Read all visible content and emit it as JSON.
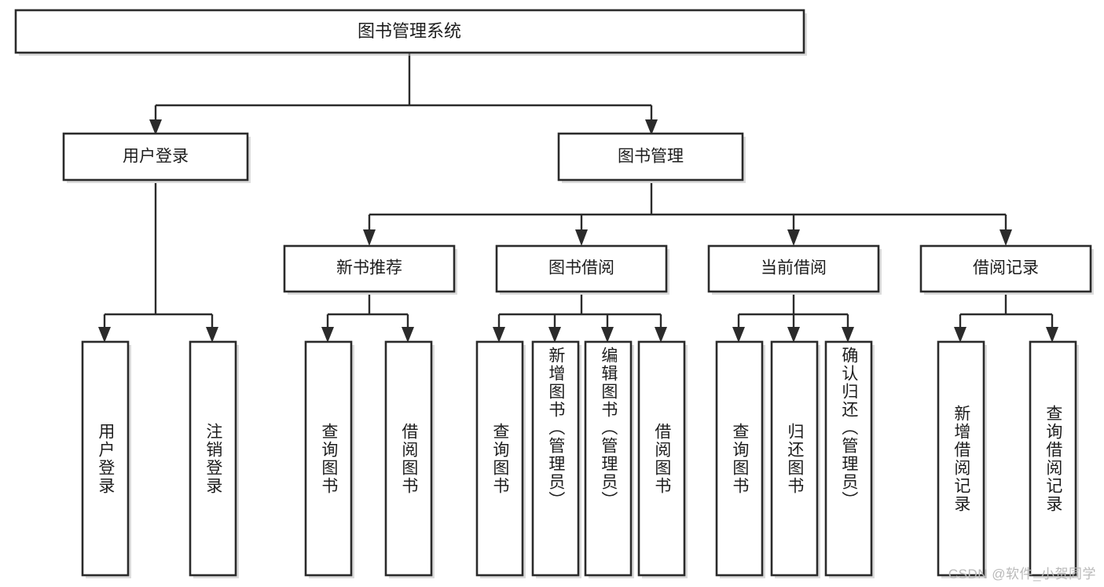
{
  "diagram": {
    "title": "图书管理系统",
    "type": "tree-hierarchy-diagram",
    "watermark": "CSDN @软件_小贺同学",
    "colors": {
      "box_stroke": "#2b2b2b",
      "box_fill": "#ffffff",
      "connector": "#2b2b2b",
      "text": "#1d1d1d",
      "watermark": "#b9b9b9",
      "background": "#ffffff"
    },
    "root": {
      "label": "图书管理系统"
    },
    "level2": [
      {
        "label": "用户登录"
      },
      {
        "label": "图书管理"
      }
    ],
    "level3": [
      {
        "label": "新书推荐"
      },
      {
        "label": "图书借阅"
      },
      {
        "label": "当前借阅"
      },
      {
        "label": "借阅记录"
      }
    ],
    "leaves": {
      "user_login": [
        {
          "label": "用户登录"
        },
        {
          "label": "注销登录"
        }
      ],
      "new_book_recommend": [
        {
          "label": "查询图书"
        },
        {
          "label": "借阅图书"
        }
      ],
      "book_borrow": [
        {
          "label": "查询图书"
        },
        {
          "label": "新增图书（管理员）"
        },
        {
          "label": "编辑图书（管理员）"
        },
        {
          "label": "借阅图书"
        }
      ],
      "current_borrow": [
        {
          "label": "查询图书"
        },
        {
          "label": "归还图书"
        },
        {
          "label": "确认归还（管理员）"
        }
      ],
      "borrow_record": [
        {
          "label": "新增借阅记录"
        },
        {
          "label": "查询借阅记录"
        }
      ]
    }
  }
}
